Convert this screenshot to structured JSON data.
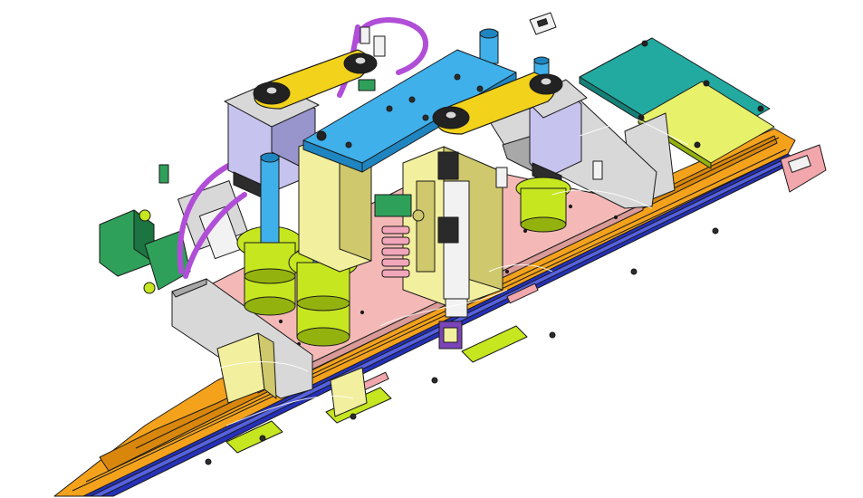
{
  "viewport": {
    "background": "#ffffff",
    "render_style": "shaded with edges, isometric"
  },
  "colors": {
    "rail_orange": "#f4a21c",
    "rail_orange_dark": "#d9870c",
    "rail_blue": "#2531b8",
    "rail_blue_light": "#5561e0",
    "base_plate_pink": "#f4b9b6",
    "base_plate_pink_dark": "#d99a98",
    "bracket_gray": "#d8d8d8",
    "bracket_gray_dark": "#a8a8a8",
    "slider_lime": "#c6e620",
    "slider_lime_dark": "#93b20e",
    "column_yellow": "#f2ef9e",
    "column_yellow_dark": "#cfc86c",
    "top_plate_blue": "#3fb0ea",
    "top_plate_blue_dark": "#1f85c0",
    "motor_lavender": "#c6c3ef",
    "motor_lavender_dark": "#9894cc",
    "belt_yellow": "#f2d21a",
    "pulley_black": "#222222",
    "pcb_teal": "#22aaa0",
    "pcb_teal_dark": "#158078",
    "pcb_lime": "#e8f16a",
    "valve_green": "#2fa05a",
    "valve_green_dark": "#1c7440",
    "tube_purple": "#b04ed8",
    "spring_pink": "#f2a6ba",
    "cylinder_white": "#f2f2f2",
    "cylinder_dark": "#2a2a2a",
    "motor_black": "#2c2c2c",
    "connector_pink": "#f2a7ac",
    "purple_block": "#7b44b8",
    "line": "#1a1a1a"
  },
  "parts": [
    "linear-rail",
    "base-plate",
    "side-bracket",
    "ball-screw-sliders",
    "vertical-posts",
    "vertical-columns",
    "top-plate",
    "servo-motors",
    "timing-belts",
    "pulleys",
    "controller-pcb",
    "solenoid-valve",
    "pneumatic-tubing",
    "pneumatic-cylinder",
    "compression-spring",
    "cable-end-connector"
  ]
}
